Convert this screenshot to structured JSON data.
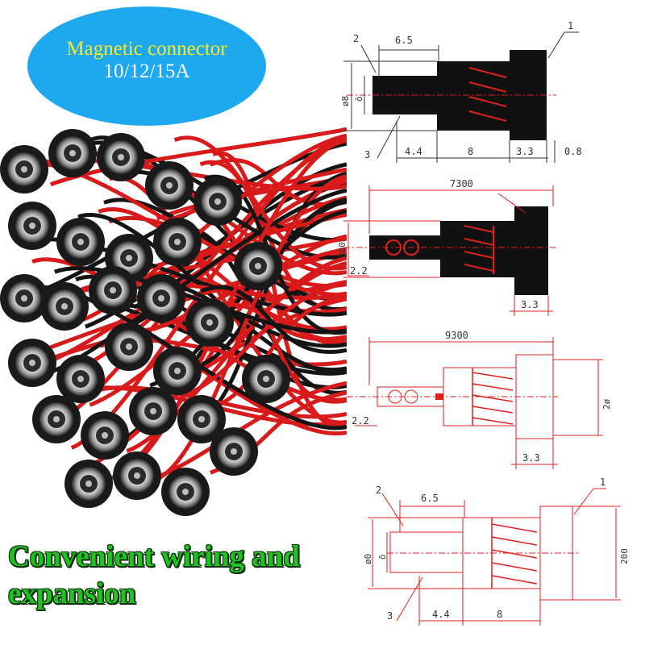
{
  "badge": {
    "line1": "Magnetic connector",
    "line2": "10/12/15A"
  },
  "caption": {
    "line1": "Convenient wiring and",
    "line2": "expansion"
  },
  "colors": {
    "badge_bg": "#1ea8f0",
    "badge_title": "#f5e92a",
    "caption": "#1fc21f",
    "drawing_line": "#e0201c",
    "body": "#111111"
  },
  "drawing1": {
    "callout_1": "1",
    "callout_2": "2",
    "callout_3": "3",
    "top_dim": "6.5",
    "left_dim": "ø8",
    "inner_dim": "õ",
    "bottom_dims": [
      "4.4",
      "8",
      "3.3",
      "0.8"
    ]
  },
  "drawing2": {
    "top_dim": "7300",
    "left_dim": "300",
    "pin_dim": "2.2",
    "flange_dim": "3.3"
  },
  "drawing3": {
    "top_dim": "9300",
    "right_dim": "2ø",
    "pin_dim": "2.2",
    "flange_dim": "3.3"
  },
  "drawing4": {
    "callout_1": "1",
    "callout_2": "2",
    "callout_3": "3",
    "top_dim": "6.5",
    "left_dim": "ø0",
    "inner_dim": "õ",
    "right_dim": "200",
    "bottom_dims": [
      "4.4",
      "8"
    ]
  }
}
